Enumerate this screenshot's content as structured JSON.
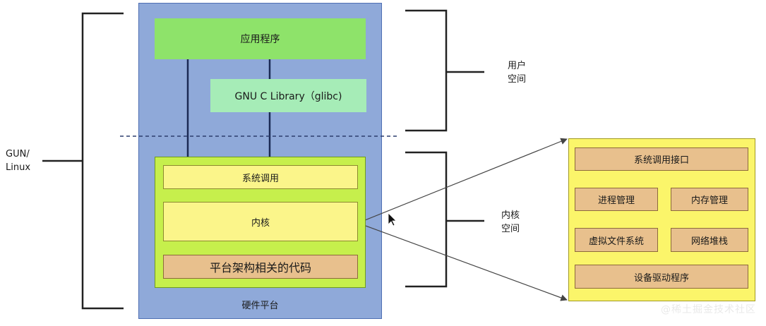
{
  "user_space": {
    "app": "应用程序",
    "glibc": "GNU C Library（glibc)",
    "label_line1": "用户",
    "label_line2": "空间"
  },
  "kernel_space": {
    "syscall": "系统调用",
    "kernel": "内核",
    "platform_code": "平台架构相关的代码",
    "label_line1": "内核",
    "label_line2": "空间"
  },
  "hardware": {
    "label": "硬件平台"
  },
  "gnu_linux": {
    "line1": "GUN/",
    "line2": "Linux"
  },
  "kernel_detail": {
    "syscall_interface": "系统调用接口",
    "process_mgmt": "进程管理",
    "memory_mgmt": "内存管理",
    "vfs": "虚拟文件系统",
    "net_stack": "网络堆栈",
    "device_drivers": "设备驱动程序"
  },
  "watermark": "@稀土掘金技术社区"
}
